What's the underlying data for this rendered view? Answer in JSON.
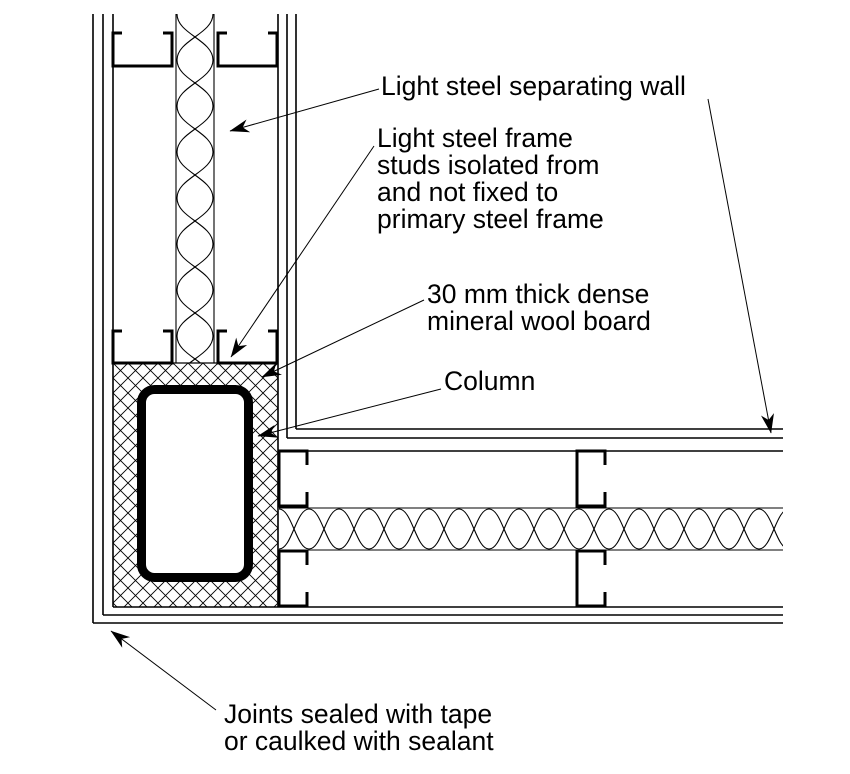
{
  "diagram": {
    "type": "construction-detail-section",
    "colors": {
      "line": "#000000",
      "background": "#ffffff"
    },
    "labels": {
      "separating_wall": "Light steel separating wall",
      "frame_studs": "Light steel frame\nstuds isolated from\nand not fixed to\nprimary steel frame",
      "mineral_wool": "30 mm thick dense\nmineral wool board",
      "column": "Column",
      "joints": "Joints sealed with tape\nor caulked with sealant"
    }
  }
}
